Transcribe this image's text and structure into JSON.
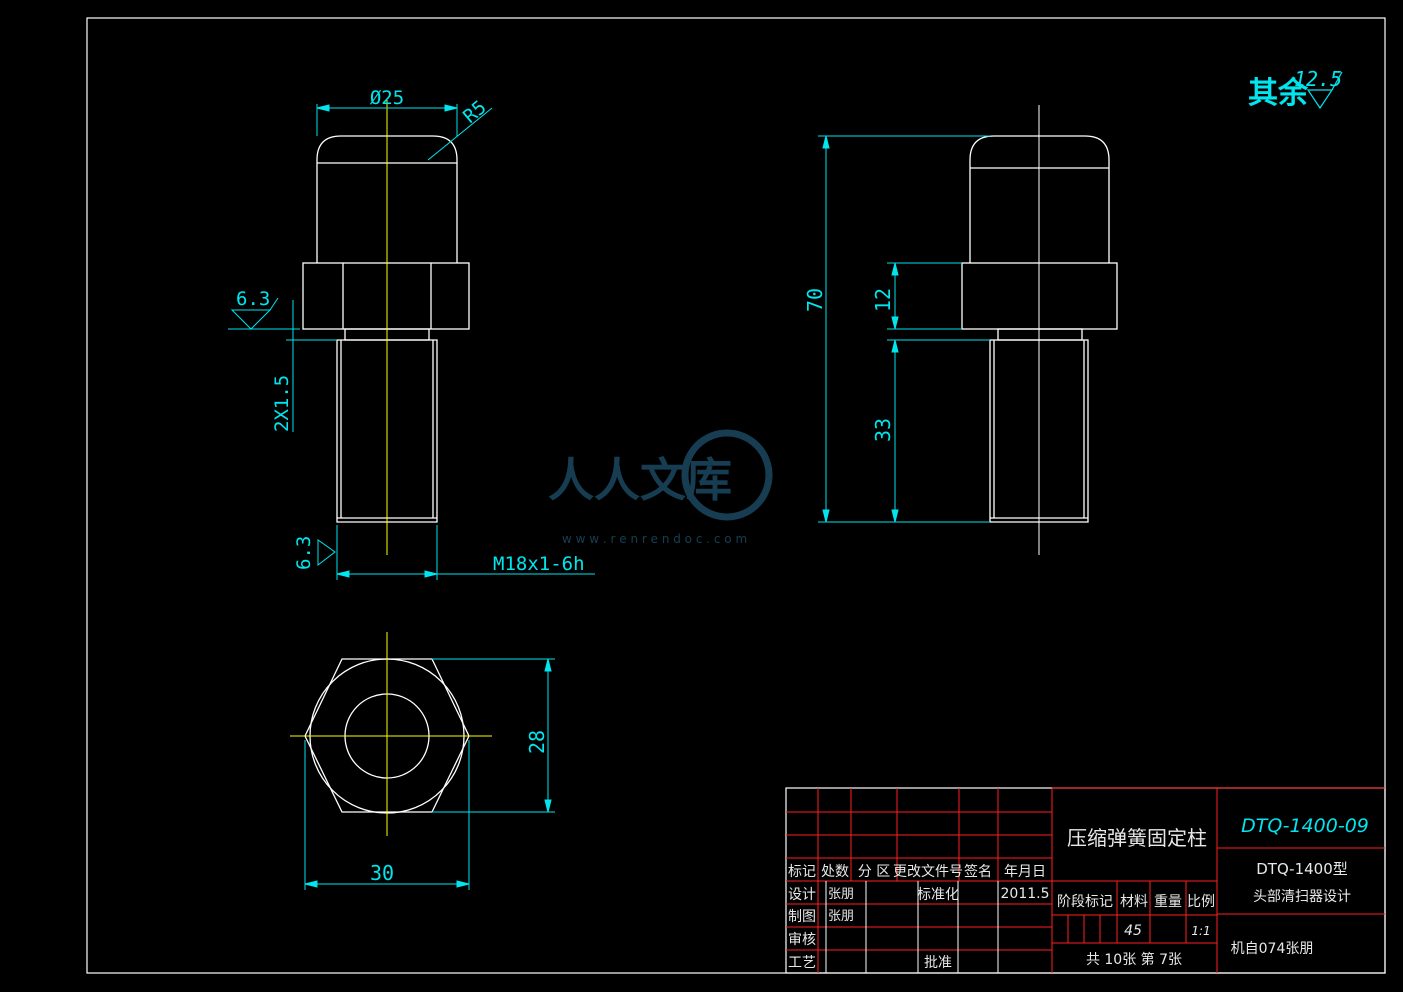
{
  "surface_note": {
    "prefix": "其余",
    "value": "12.5"
  },
  "front_view": {
    "diameter": "Ø25",
    "radius": "R5",
    "roughness_top": "6.3",
    "chamfer": "2X1.5",
    "roughness_bottom": "6.3",
    "thread": "M18x1-6h"
  },
  "side_view": {
    "total_height": "70",
    "hex_height": "12",
    "thread_length": "33"
  },
  "top_view": {
    "across_flats": "28",
    "across_corners": "30"
  },
  "watermark": {
    "text": "人人文库",
    "url": "w w w . r e n r e n d o c . c o m"
  },
  "title_block": {
    "part_name": "压缩弹簧固定柱",
    "drawing_no": "DTQ-1400-09",
    "project_line1": "DTQ-1400型",
    "project_line2": "头部清扫器设计",
    "school": "机自074张朋",
    "headers": [
      "标记",
      "处数",
      "分 区",
      "更改文件号",
      "签名",
      "年月日"
    ],
    "designer_label": "设计",
    "designer_name": "张朋",
    "standardize_label": "标准化",
    "date": "2011.5",
    "drafter_label": "制图",
    "drafter_name": "张朋",
    "review_label": "审核",
    "process_label": "工艺",
    "approve_label": "批准",
    "stage_label": "阶段标记",
    "material_label": "材料",
    "weight_label": "重量",
    "scale_label": "比例",
    "material": "45",
    "scale": "1:1",
    "sheets": "共 10张 第 7张"
  },
  "colors": {
    "outline": "#ffffff",
    "dimension": "#00e5ee",
    "centerline": "#ffff00",
    "frame_red": "#ff2020"
  }
}
